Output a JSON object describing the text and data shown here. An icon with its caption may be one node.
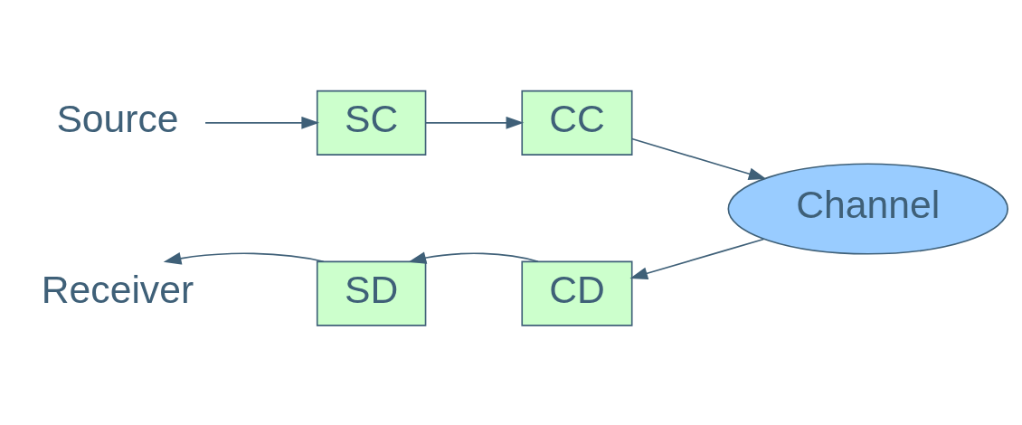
{
  "diagram": {
    "nodes": [
      {
        "text": [
          "Source"
        ]
      },
      {
        "text": [
          "SC"
        ]
      },
      {
        "text": [
          "CC"
        ]
      },
      {
        "text": [
          "Channel"
        ]
      },
      {
        "text": [
          "CD"
        ]
      },
      {
        "text": [
          "SD"
        ]
      },
      {
        "text": [
          "Receiver"
        ]
      }
    ],
    "edges": [
      {
        "from": 0,
        "to": 1,
        "arrow": "to"
      },
      {
        "from": 1,
        "to": 2,
        "arrow": "to"
      },
      {
        "from": 2,
        "to": 3,
        "arrow": "to"
      },
      {
        "from": 3,
        "to": 4,
        "arrow": "to"
      },
      {
        "from": 4,
        "to": 5,
        "arrow": "to"
      },
      {
        "from": 5,
        "to": 6,
        "arrow": "to"
      }
    ]
  }
}
